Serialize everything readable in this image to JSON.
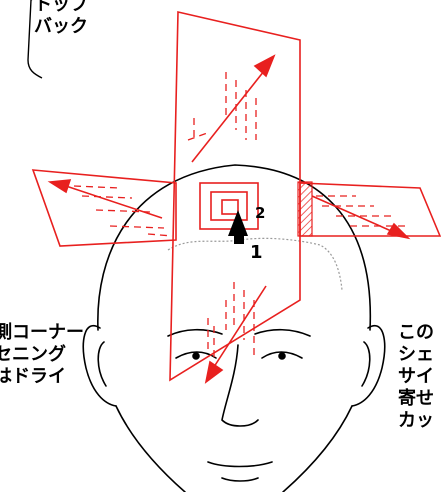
{
  "labels": {
    "top_left": "トップ\nバック",
    "left": "側コーナー\nセニング\nはドライ",
    "right": "この\nシェ\nサイ\n寄せ\nカッ"
  },
  "markers": {
    "one": "1",
    "two": "2"
  },
  "colors": {
    "accent": "#e8201f",
    "ink": "#000000",
    "hatch": "#f3a1a1"
  }
}
